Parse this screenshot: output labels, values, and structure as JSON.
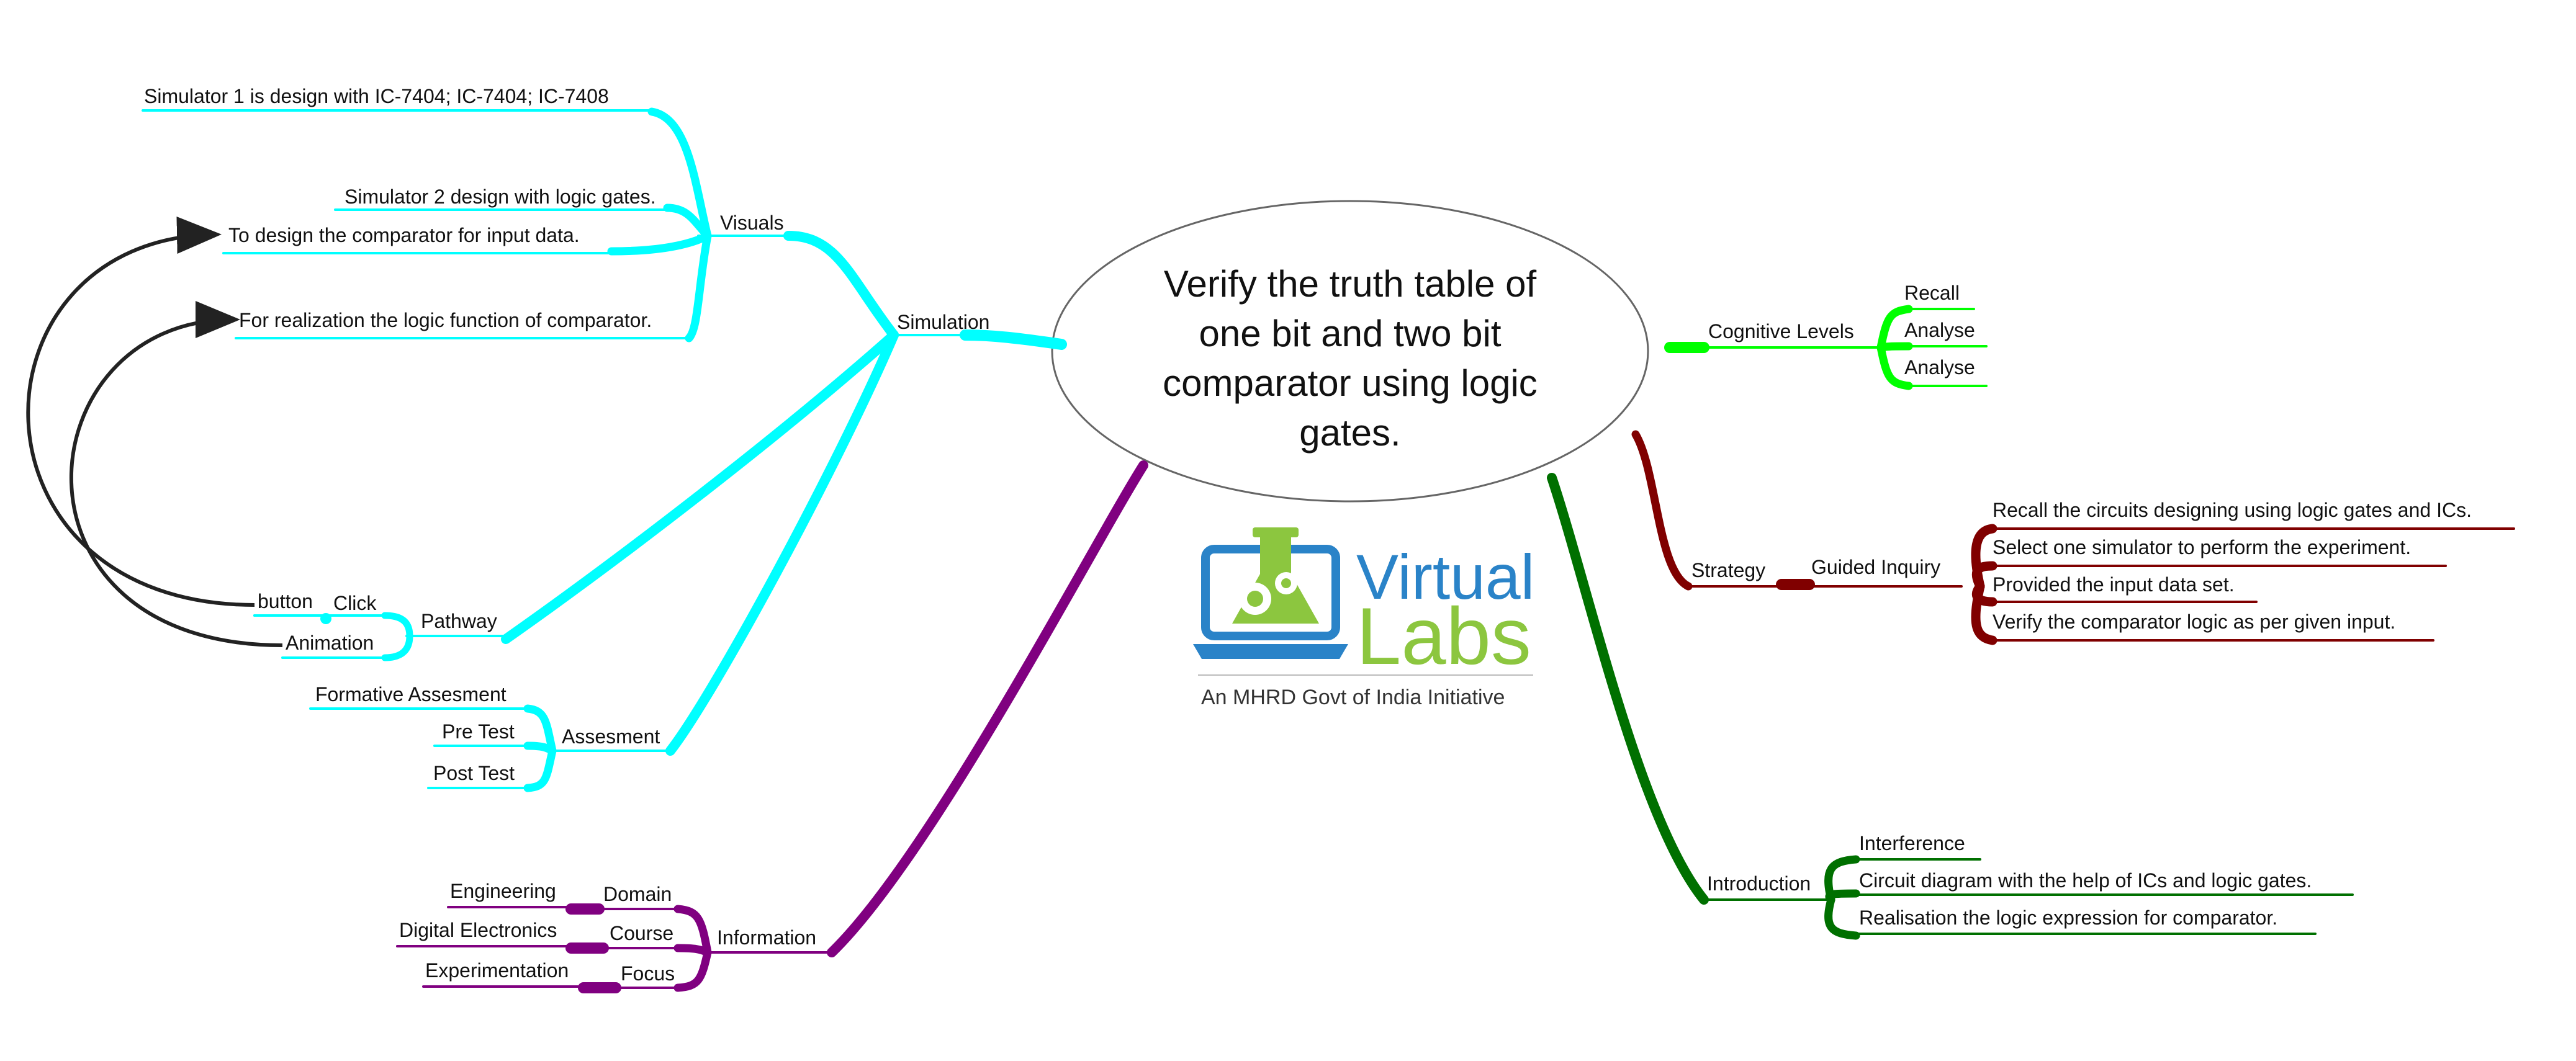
{
  "central": {
    "title_lines": [
      "Verify the truth table of",
      "one bit and two bit",
      "comparator using logic",
      "gates."
    ]
  },
  "logo": {
    "word1": "Virtual",
    "word2": "Labs",
    "tagline": "An MHRD Govt of India Initiative",
    "colors": {
      "blue": "#2a83c8",
      "green": "#8cc63f"
    }
  },
  "branch_colors": {
    "simulation": "#00ffff",
    "information": "#800080",
    "cognitive": "#00ff00",
    "strategy": "#800000",
    "introduction": "#007000",
    "arrows": "#222222"
  },
  "simulation": {
    "label": "Simulation",
    "visuals": {
      "label": "Visuals",
      "items": [
        "Simulator 1 is design with IC-7404; IC-7404; IC-7408",
        "Simulator 2 design with logic gates.",
        "To design the comparator for input data.",
        "For realization the logic function of comparator."
      ]
    },
    "pathway": {
      "label": "Pathway",
      "click": "Click",
      "button": "button",
      "animation": "Animation"
    },
    "assesment": {
      "label": "Assesment",
      "items": [
        "Formative Assesment",
        "Pre Test",
        "Post Test"
      ]
    }
  },
  "information": {
    "label": "Information",
    "items": [
      {
        "label": "Domain",
        "value": "Engineering"
      },
      {
        "label": "Course",
        "value": "Digital Electronics"
      },
      {
        "label": "Focus",
        "value": "Experimentation"
      }
    ]
  },
  "cognitive": {
    "label": "Cognitive Levels",
    "items": [
      "Recall",
      "Analyse",
      "Analyse"
    ]
  },
  "strategy": {
    "label": "Strategy",
    "guided": {
      "label": "Guided Inquiry",
      "items": [
        "Recall the circuits designing using logic gates and ICs.",
        "Select one simulator to perform the experiment.",
        "Provided the input data set.",
        "Verify the comparator logic as per given input."
      ]
    }
  },
  "introduction": {
    "label": "Introduction",
    "items": [
      "Interference",
      "Circuit diagram with the help of ICs and logic gates.",
      "Realisation the logic expression for comparator."
    ]
  }
}
